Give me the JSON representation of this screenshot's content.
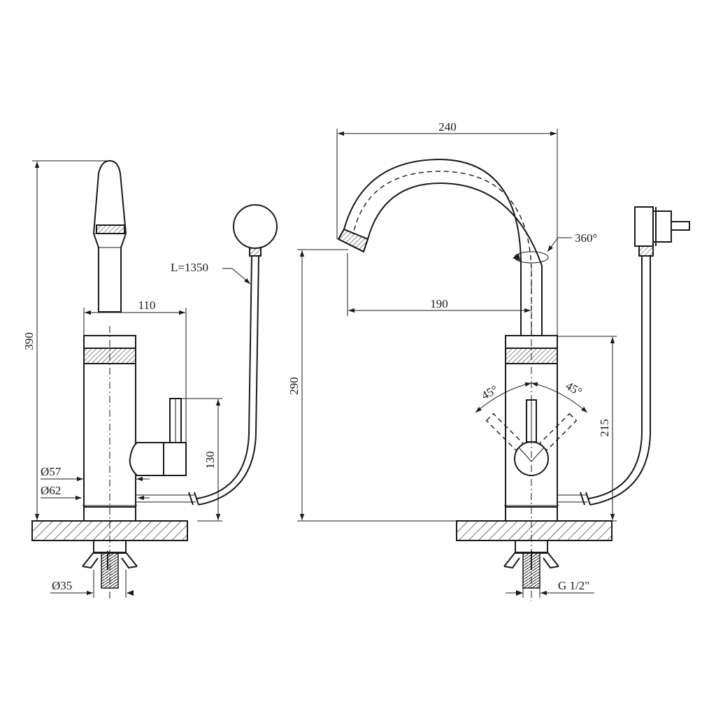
{
  "side_view": {
    "height_label": "390",
    "reach_label": "110",
    "cable_label": "L=1350",
    "lever_height_label": "130",
    "body_dia_label": "Ø57",
    "base_dia_label": "Ø62",
    "shank_dia_label": "Ø35"
  },
  "front_view": {
    "width_label": "240",
    "spout_label": "190",
    "swivel_label": "360°",
    "height_label": "290",
    "lever_height_label": "215",
    "lever_left_angle": "45°",
    "lever_right_angle": "45°",
    "thread_label": "G 1/2\""
  }
}
